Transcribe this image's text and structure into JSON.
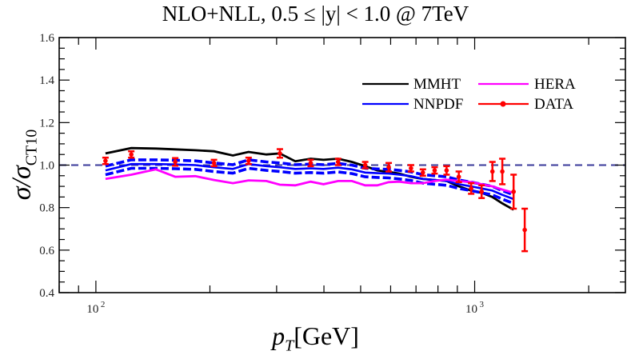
{
  "chart_data": {
    "type": "line",
    "title": "NLO+NLL, 0.5 ≤ |y| < 1.0 @ 7TeV",
    "xlabel": "p_T [GeV]",
    "ylabel": "σ/σ_CT10",
    "xscale": "log",
    "xlim": [
      80,
      2500
    ],
    "ylim": [
      0.4,
      1.6
    ],
    "x_ticks": [
      "10^2",
      "10^3"
    ],
    "y_ticks": [
      "0.4",
      "0.6",
      "0.8",
      "1.0",
      "1.2",
      "1.4",
      "1.6"
    ],
    "reference_line": {
      "y": 1.0,
      "style": "dashed",
      "color": "#3a3a9a"
    },
    "legend_position": "upper right",
    "x": [
      106,
      124,
      144,
      162,
      183,
      205,
      230,
      253,
      282,
      306,
      336,
      369,
      399,
      436,
      474,
      514,
      553,
      593,
      632,
      679,
      730,
      784,
      843,
      908,
      979,
      1043,
      1114,
      1183,
      1267
    ],
    "series": [
      {
        "name": "MMHT",
        "color": "#000000",
        "style": "solid",
        "values": [
          1.055,
          1.08,
          1.078,
          1.074,
          1.07,
          1.065,
          1.045,
          1.062,
          1.05,
          1.055,
          1.018,
          1.03,
          1.025,
          1.03,
          1.015,
          0.995,
          0.975,
          0.968,
          0.96,
          0.945,
          0.935,
          0.93,
          0.925,
          0.9,
          0.88,
          0.87,
          0.85,
          0.82,
          0.79
        ]
      },
      {
        "name": "NNPDF",
        "color": "#0000ff",
        "style": "dashed-band",
        "values": [
          0.975,
          1.005,
          1.005,
          1.003,
          1.0,
          0.99,
          0.982,
          1.005,
          0.995,
          0.99,
          0.982,
          0.985,
          0.982,
          0.988,
          0.98,
          0.965,
          0.962,
          0.96,
          0.955,
          0.948,
          0.935,
          0.93,
          0.925,
          0.91,
          0.9,
          0.89,
          0.88,
          0.86,
          0.84
        ],
        "band_halfwidth": 0.02
      },
      {
        "name": "HERA",
        "color": "#ff00ff",
        "style": "solid",
        "values": [
          0.935,
          0.955,
          0.98,
          0.945,
          0.948,
          0.93,
          0.915,
          0.928,
          0.925,
          0.908,
          0.905,
          0.922,
          0.91,
          0.925,
          0.925,
          0.905,
          0.905,
          0.92,
          0.922,
          0.915,
          0.915,
          0.925,
          0.932,
          0.925,
          0.92,
          0.91,
          0.9,
          0.885,
          0.87
        ]
      },
      {
        "name": "DATA",
        "color": "#ff0000",
        "style": "points-errorbars",
        "x": [
          106,
          124,
          162,
          205,
          253,
          306,
          369,
          436,
          514,
          593,
          679,
          730,
          784,
          843,
          908,
          979,
          1043,
          1114,
          1183,
          1267
        ],
        "values": [
          1.02,
          1.05,
          1.015,
          1.01,
          1.02,
          1.055,
          1.01,
          1.015,
          1.0,
          0.99,
          0.985,
          0.965,
          0.975,
          0.975,
          0.945,
          0.89,
          0.875,
          0.97,
          0.97,
          0.875,
          0.695
        ],
        "errors": [
          0.015,
          0.015,
          0.018,
          0.015,
          0.015,
          0.02,
          0.015,
          0.015,
          0.015,
          0.02,
          0.015,
          0.015,
          0.015,
          0.02,
          0.025,
          0.025,
          0.03,
          0.045,
          0.06,
          0.08,
          0.1
        ]
      }
    ]
  },
  "legend": {
    "mmht": "MMHT",
    "nnpdf": "NNPDF",
    "hera": "HERA",
    "data": "DATA"
  },
  "title": "NLO+NLL, 0.5 ≤ |y| < 1.0 @ 7TeV",
  "axes": {
    "xlabel_var": "p",
    "xlabel_sub": "T",
    "xlabel_unit": "[GeV]",
    "ylabel_main": "σ/σ",
    "ylabel_sub": "CT10"
  }
}
